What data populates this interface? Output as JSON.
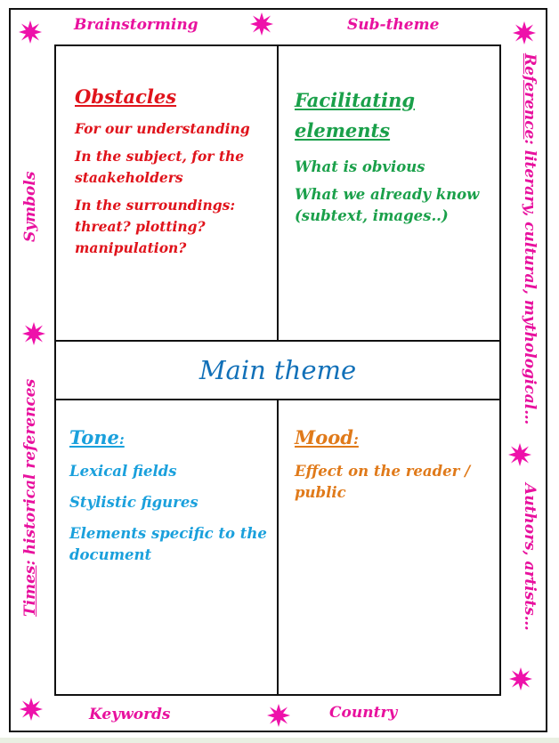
{
  "outer": {
    "top_left": "Brainstorming",
    "top_right": "Sub-theme",
    "bottom_left": "Keywords",
    "bottom_right": "Country",
    "left_upper": "Symbols",
    "left_lower_prefix": "Times",
    "left_lower_rest": ": historical references",
    "right_upper_prefix": "Reference",
    "right_upper_rest": ": literary, cultural, mythological…",
    "right_lower": "Authors, artists…"
  },
  "center": {
    "title": "Main theme"
  },
  "quadrants": {
    "obstacles": {
      "title": "Obstacles",
      "items": [
        "For our understanding",
        "In the subject, for the staakeholders",
        "In the surroundings: threat? plotting? manipulation?"
      ]
    },
    "facilitating": {
      "title": "Facilitating elements",
      "items": [
        "What is obvious",
        "What we already know (subtext, images..)"
      ]
    },
    "tone": {
      "title": "Tone",
      "title_suffix": ":",
      "items": [
        "Lexical  fields",
        "Stylistic  figures",
        "Elements specific  to the document"
      ]
    },
    "mood": {
      "title": "Mood",
      "title_suffix": ":",
      "items": [
        "Effect  on  the reader / public"
      ]
    }
  },
  "colors": {
    "outer_labels": "#e8119e",
    "star": "#ee11aa",
    "obstacles": "#e0131b",
    "facilitating": "#1aa04a",
    "main_theme": "#1170b8",
    "tone": "#1aa0dc",
    "mood": "#e07a1a"
  },
  "icons": [
    "burst-star-icon"
  ]
}
